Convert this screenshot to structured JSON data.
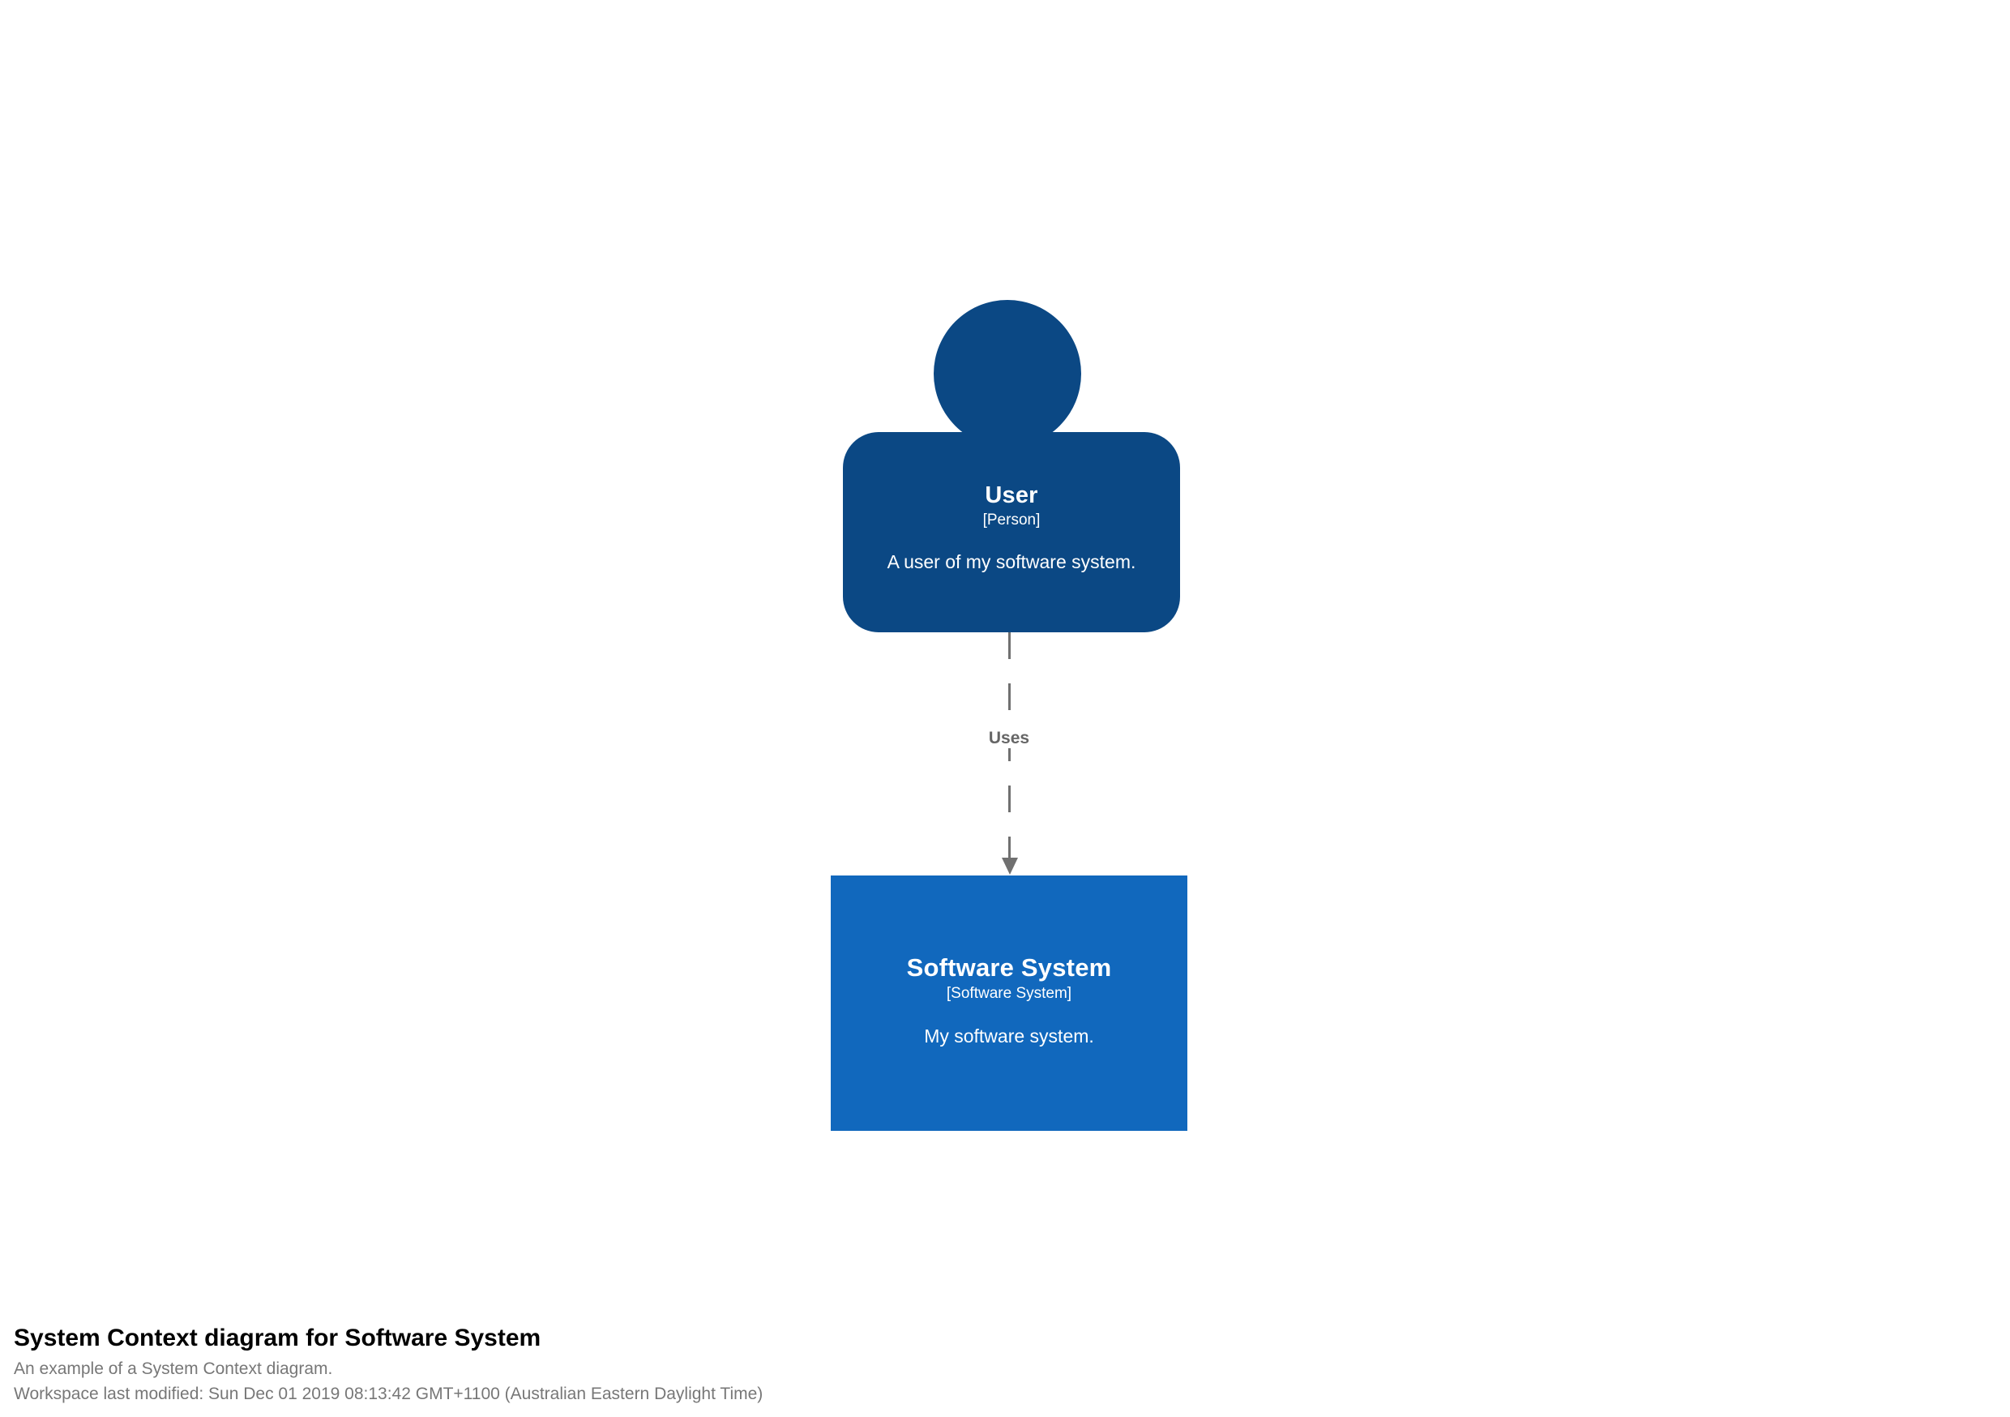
{
  "diagram": {
    "type": "c4-system-context",
    "elements": [
      {
        "kind": "person",
        "name": "User",
        "type_label": "[Person]",
        "description": "A user of my software system.",
        "color": "#0B4884",
        "text_color": "#FFFFFF"
      },
      {
        "kind": "software-system",
        "name": "Software System",
        "type_label": "[Software System]",
        "description": "My software system.",
        "color": "#1168BD",
        "text_color": "#FFFFFF"
      }
    ],
    "relationships": [
      {
        "source": "User",
        "destination": "Software System",
        "label": "Uses",
        "style": "dashed",
        "color": "#707070"
      }
    ]
  },
  "caption": {
    "title": "System Context diagram for Software System",
    "subtitle": "An example of a System Context diagram.",
    "modified": "Workspace last modified: Sun Dec 01 2019 08:13:42 GMT+1100 (Australian Eastern Daylight Time)"
  }
}
